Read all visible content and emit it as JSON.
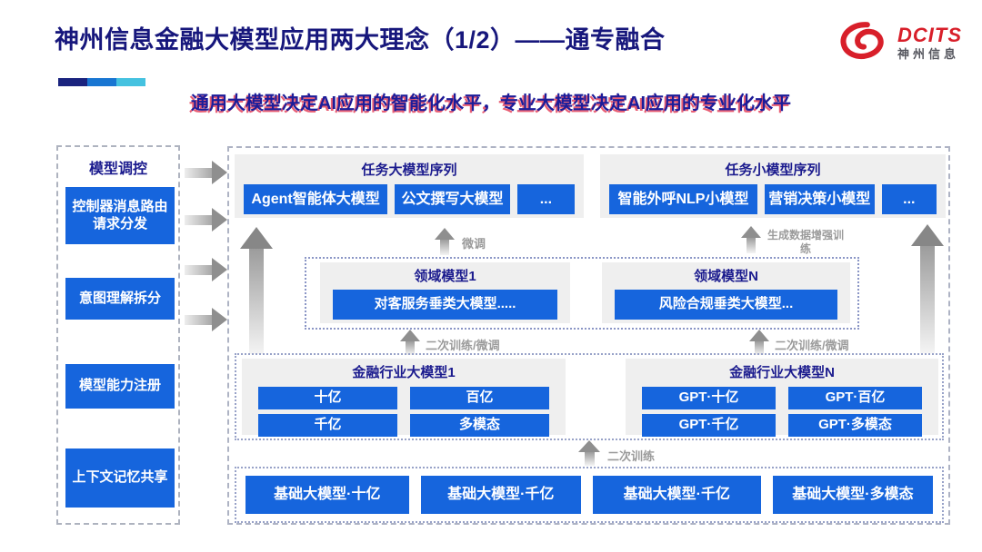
{
  "header": {
    "title": "神州信息金融大模型应用两大理念（1/2）——通专融合",
    "subtitle": "通用大模型决定AI应用的智能化水平，专业大模型决定AI应用的专业化水平",
    "logo": {
      "brand": "DCITS",
      "brand_cn": "神州信息"
    }
  },
  "sidebar": {
    "title": "模型调控",
    "items": [
      "控制器消息路由请求分发",
      "意图理解拆分",
      "模型能力注册",
      "上下文记忆共享"
    ]
  },
  "task_large": {
    "title": "任务大模型序列",
    "items": [
      "Agent智能体大模型",
      "公文撰写大模型",
      "..."
    ]
  },
  "task_small": {
    "title": "任务小模型序列",
    "items": [
      "智能外呼NLP小模型",
      "营销决策小模型",
      "..."
    ]
  },
  "labels": {
    "fine_tune": "微调",
    "gen_data_train": "生成数据增强训练",
    "retrain_ft_left": "二次训练/微调",
    "retrain_ft_right": "二次训练/微调",
    "retrain": "二次训练"
  },
  "domain": {
    "m1": {
      "title": "领域模型1",
      "box": "对客服务垂类大模型....."
    },
    "mN": {
      "title": "领域模型N",
      "box": "风险合规垂类大模型..."
    }
  },
  "industry": {
    "m1": {
      "title": "金融行业大模型1",
      "items": [
        "十亿",
        "百亿",
        "千亿",
        "多模态"
      ]
    },
    "mN": {
      "title": "金融行业大模型N",
      "items": [
        "GPT·十亿",
        "GPT·百亿",
        "GPT·千亿",
        "GPT·多模态"
      ]
    }
  },
  "foundation": {
    "items": [
      "基础大模型·十亿",
      "基础大模型·千亿",
      "基础大模型·千亿",
      "基础大模型·多模态"
    ]
  },
  "colors": {
    "accent_navy": "#1a237e",
    "accent_blue": "#1976d2",
    "accent_cyan": "#45c2e0",
    "box_blue": "#1665dd",
    "title_navy": "#17177c",
    "logo_red": "#d81f2a"
  }
}
